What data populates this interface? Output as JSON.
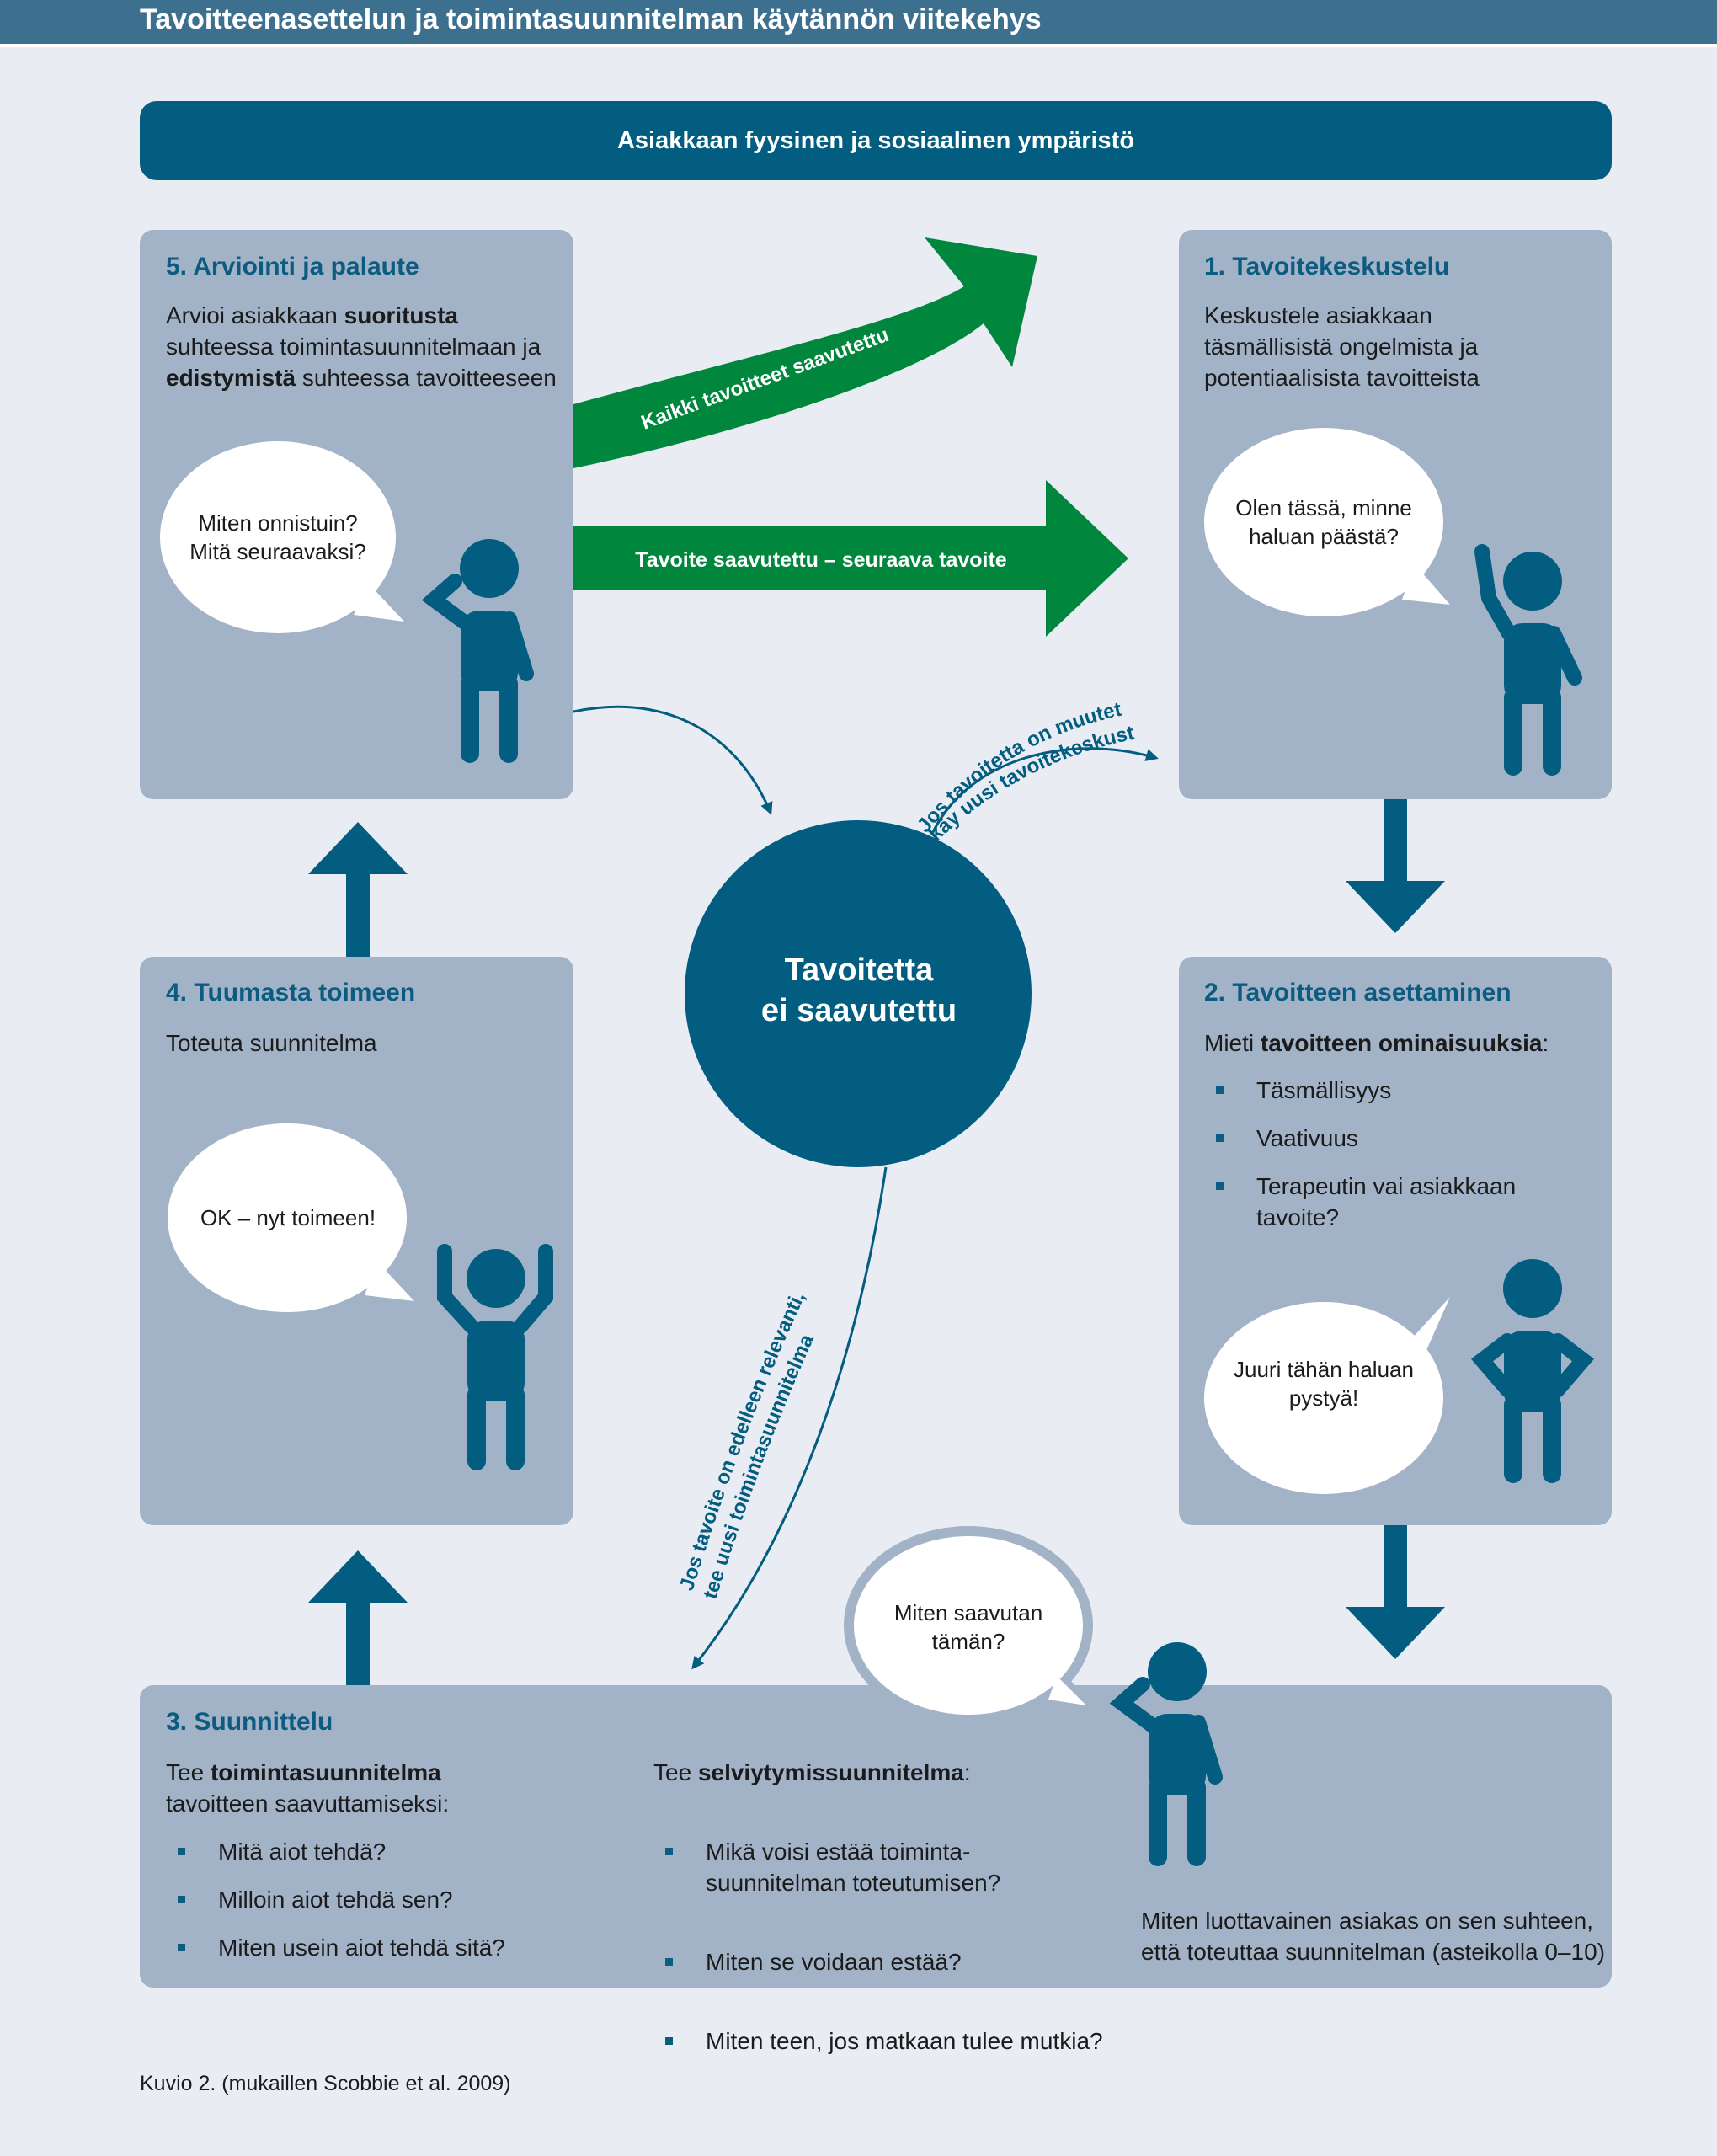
{
  "header": {
    "title": "Tavoitteenasettelun ja toimintasuunnitelman käytännön viitekehys"
  },
  "environment": {
    "label": "Asiakkaan fyysinen ja sosiaalinen ympäristö"
  },
  "center": {
    "line1": "Tavoitetta",
    "line2": "ei saavutettu"
  },
  "arrows": {
    "all_goals": "Kaikki tavoitteet saavutettu",
    "next_goal": "Tavoite saavutettu – seuraava tavoite",
    "change_goal_1": "Jos tavoitetta on muutettava,",
    "change_goal_2": "käy uusi tavoitekeskustelu",
    "relevant_1": "Jos tavoite on edelleen relevanti,",
    "relevant_2": "tee uusi toimintasuunnitelma"
  },
  "panel1": {
    "title": "1. Tavoitekeskustelu",
    "text_lines": [
      "Keskustele asiakkaan",
      "täsmällisistä ongelmista ja",
      "potentiaalisista tavoitteista"
    ],
    "bubble_lines": [
      "Olen tässä, minne",
      "haluan päästä?"
    ]
  },
  "panel2": {
    "title": "2. Tavoitteen asettaminen",
    "intro_pre": "Mieti ",
    "intro_bold": "tavoitteen ominaisuuksia",
    "intro_post": ":",
    "bullets": [
      "Täsmällisyys",
      "Vaativuus",
      "Terapeutin vai asiakkaan tavoite?"
    ],
    "bubble_lines": [
      "Juuri tähän haluan",
      "pystyä!"
    ]
  },
  "panel3": {
    "title": "3. Suunnittelu",
    "left_pre": "Tee ",
    "left_bold": "toimintasuunnitelma",
    "left_line2": "tavoitteen saavuttamiseksi:",
    "left_bullets": [
      "Mitä aiot tehdä?",
      "Milloin aiot tehdä sen?",
      "Miten usein aiot tehdä sitä?"
    ],
    "mid_pre": "Tee ",
    "mid_bold": "selviytymissuunnitelma",
    "mid_post": ":",
    "mid_bullets": [
      "Mikä voisi estää toiminta-\nsuunnitelman toteutumisen?",
      "Miten se voidaan estää?",
      "Miten teen, jos matkaan tulee mutkia?"
    ],
    "right_line1": "Miten luottavainen asiakas on sen suhteen,",
    "right_line2": "että toteuttaa suunnitelman (asteikolla 0–10)",
    "bubble_lines": [
      "Miten saavutan",
      "tämän?"
    ]
  },
  "panel4": {
    "title": "4. Tuumasta toimeen",
    "text": "Toteuta suunnitelma",
    "bubble": "OK – nyt toimeen!"
  },
  "panel5": {
    "title": "5. Arviointi ja palaute",
    "l1_pre": "Arvioi asiakkaan ",
    "l1_bold": "suoritusta",
    "l2": "suhteessa toimintasuunnitelmaan ja",
    "l3_bold": "edistymistä",
    "l3_post": " suhteessa tavoitteeseen",
    "bubble_lines": [
      "Miten onnistuin?",
      "Mitä seuraavaksi?"
    ]
  },
  "footer": {
    "note": "Kuvio 2. (mukaillen Scobbie et al. 2009)"
  },
  "colors": {
    "navy": "#025d80",
    "panel": "#a3b3c7",
    "green": "#00873d",
    "background": "#e9ecf3"
  }
}
